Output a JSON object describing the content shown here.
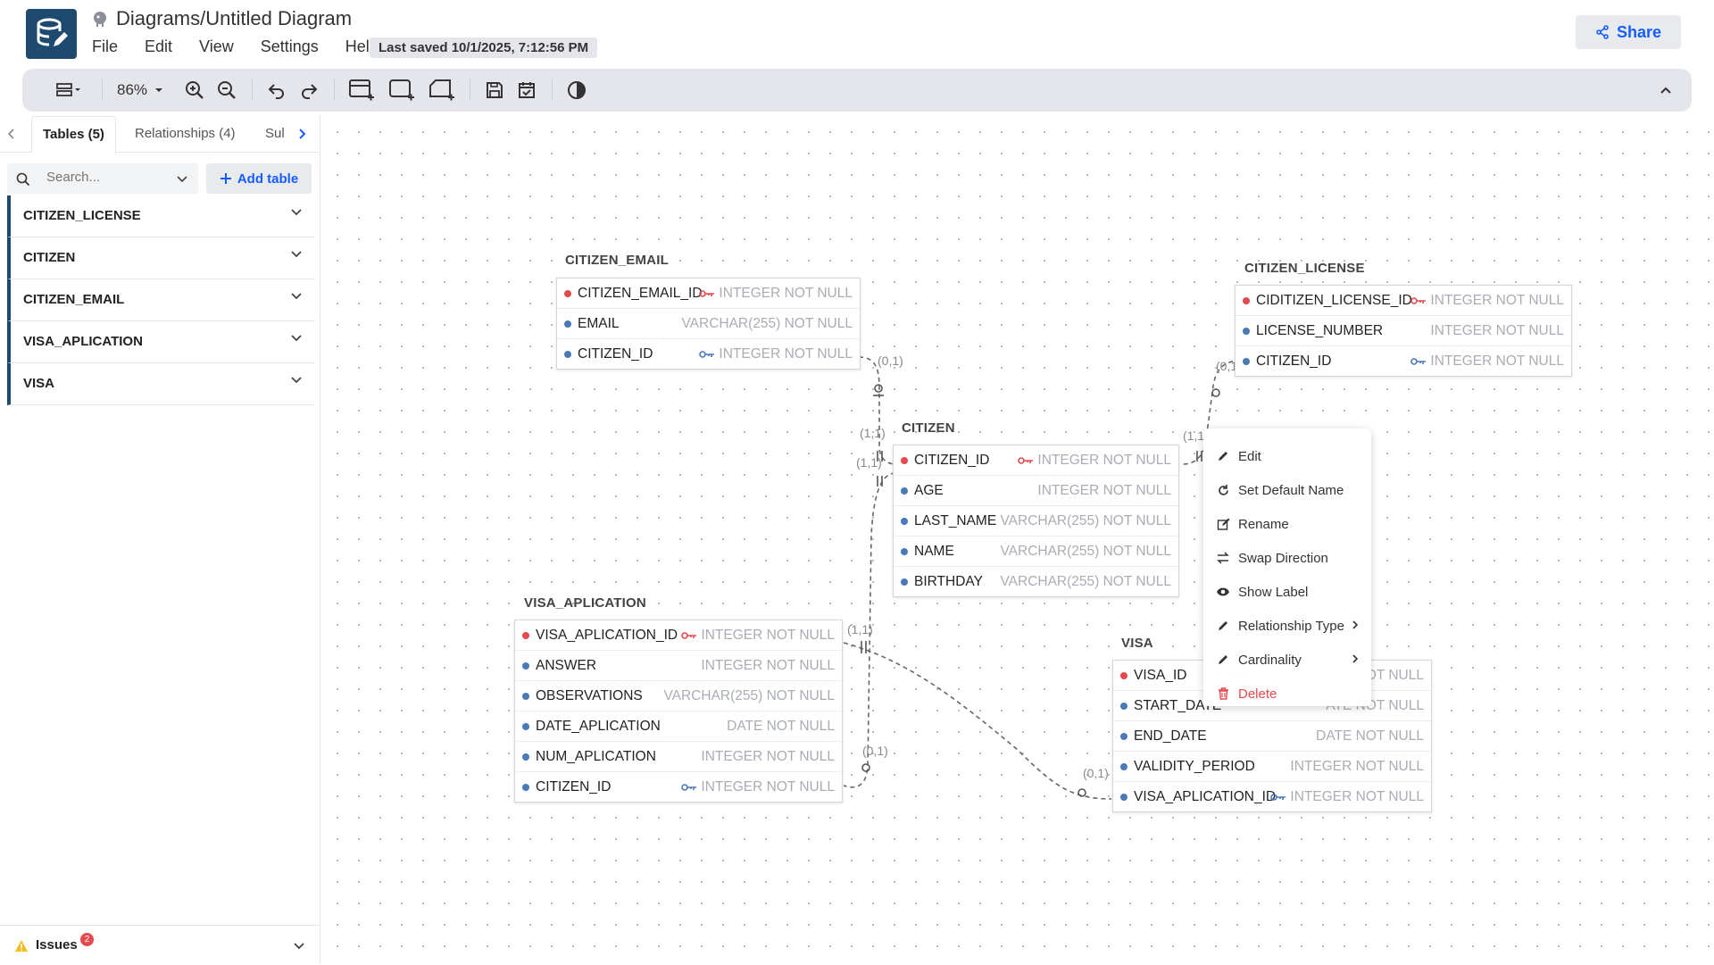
{
  "header": {
    "title": "Diagrams/Untitled Diagram",
    "menu": [
      "File",
      "Edit",
      "View",
      "Settings",
      "Help"
    ],
    "last_saved": "Last saved 10/1/2025, 7:12:56 PM",
    "share_label": "Share"
  },
  "toolbar": {
    "zoom": "86%"
  },
  "sidebar": {
    "tabs": [
      "Tables (5)",
      "Relationships (4)",
      "Sul"
    ],
    "search_placeholder": "Search...",
    "add_table_label": "Add table",
    "tables": [
      "CITIZEN_LICENSE",
      "CITIZEN",
      "CITIZEN_EMAIL",
      "VISA_APLICATION",
      "VISA"
    ],
    "accent_color": "#1d4a6e",
    "issues_label": "Issues",
    "issues_count": "2"
  },
  "diagram": {
    "tables": {
      "citizen_email": {
        "name": "CITIZEN_EMAIL",
        "columns": [
          {
            "name": "CITIZEN_EMAIL_ID",
            "type": "INTEGER NOT NULL",
            "pk": true,
            "key": "primary"
          },
          {
            "name": "EMAIL",
            "type": "VARCHAR(255) NOT NULL",
            "pk": false,
            "key": ""
          },
          {
            "name": "CITIZEN_ID",
            "type": "INTEGER NOT NULL",
            "pk": false,
            "key": "foreign"
          }
        ]
      },
      "citizen_license": {
        "name": "CITIZEN_LICENSE",
        "columns": [
          {
            "name": "CIDITIZEN_LICENSE_ID",
            "type": "INTEGER NOT NULL",
            "pk": true,
            "key": "primary"
          },
          {
            "name": "LICENSE_NUMBER",
            "type": "INTEGER NOT NULL",
            "pk": false,
            "key": ""
          },
          {
            "name": "CITIZEN_ID",
            "type": "INTEGER NOT NULL",
            "pk": false,
            "key": "foreign"
          }
        ]
      },
      "citizen": {
        "name": "CITIZEN",
        "columns": [
          {
            "name": "CITIZEN_ID",
            "type": "INTEGER NOT NULL",
            "pk": true,
            "key": "primary"
          },
          {
            "name": "AGE",
            "type": "INTEGER NOT NULL",
            "pk": false,
            "key": ""
          },
          {
            "name": "LAST_NAME",
            "type": "VARCHAR(255) NOT NULL",
            "pk": false,
            "key": ""
          },
          {
            "name": "NAME",
            "type": "VARCHAR(255) NOT NULL",
            "pk": false,
            "key": ""
          },
          {
            "name": "BIRTHDAY",
            "type": "VARCHAR(255) NOT NULL",
            "pk": false,
            "key": ""
          }
        ]
      },
      "visa_aplication": {
        "name": "VISA_APLICATION",
        "columns": [
          {
            "name": "VISA_APLICATION_ID",
            "type": "INTEGER NOT NULL",
            "pk": true,
            "key": "primary"
          },
          {
            "name": "ANSWER",
            "type": "INTEGER NOT NULL",
            "pk": false,
            "key": ""
          },
          {
            "name": "OBSERVATIONS",
            "type": "VARCHAR(255) NOT NULL",
            "pk": false,
            "key": ""
          },
          {
            "name": "DATE_APLICATION",
            "type": "DATE NOT NULL",
            "pk": false,
            "key": ""
          },
          {
            "name": "NUM_APLICATION",
            "type": "INTEGER NOT NULL",
            "pk": false,
            "key": ""
          },
          {
            "name": "CITIZEN_ID",
            "type": "INTEGER NOT NULL",
            "pk": false,
            "key": "foreign"
          }
        ]
      },
      "visa": {
        "name": "VISA",
        "columns": [
          {
            "name": "VISA_ID",
            "type": "OT NULL",
            "pk": true,
            "key": ""
          },
          {
            "name": "START_DATE",
            "type": "ATE NOT NULL",
            "pk": false,
            "key": ""
          },
          {
            "name": "END_DATE",
            "type": "DATE NOT NULL",
            "pk": false,
            "key": ""
          },
          {
            "name": "VALIDITY_PERIOD",
            "type": "INTEGER NOT NULL",
            "pk": false,
            "key": ""
          },
          {
            "name": "VISA_APLICATION_ID",
            "type": "INTEGER NOT NULL",
            "pk": false,
            "key": "foreign"
          }
        ]
      }
    },
    "cardinalities": {
      "email_side": "(0,1)",
      "citizen_top": "(1,1)",
      "citizen_left": "(1,1)",
      "license_side": "(0,1",
      "citizen_right": "(1,1",
      "visaapp_top": "(1,1)",
      "visaapp_bottom": "(0,1)",
      "visa_side": "(0,1)"
    }
  },
  "context_menu": {
    "items": [
      {
        "label": "Edit",
        "icon": "pencil-icon"
      },
      {
        "label": "Set Default Name",
        "icon": "refresh-icon"
      },
      {
        "label": "Rename",
        "icon": "edit-box-icon"
      },
      {
        "label": "Swap Direction",
        "icon": "swap-icon"
      },
      {
        "label": "Show Label",
        "icon": "eye-icon"
      },
      {
        "label": "Relationship Type",
        "icon": "pencil-icon",
        "submenu": true
      },
      {
        "label": "Cardinality",
        "icon": "pencil-icon",
        "submenu": true
      },
      {
        "label": "Delete",
        "icon": "trash-icon",
        "danger": true
      }
    ]
  },
  "colors": {
    "primary_key": "#e5484d",
    "column_dot": "#4a79b8",
    "link_blue": "#165dff"
  }
}
